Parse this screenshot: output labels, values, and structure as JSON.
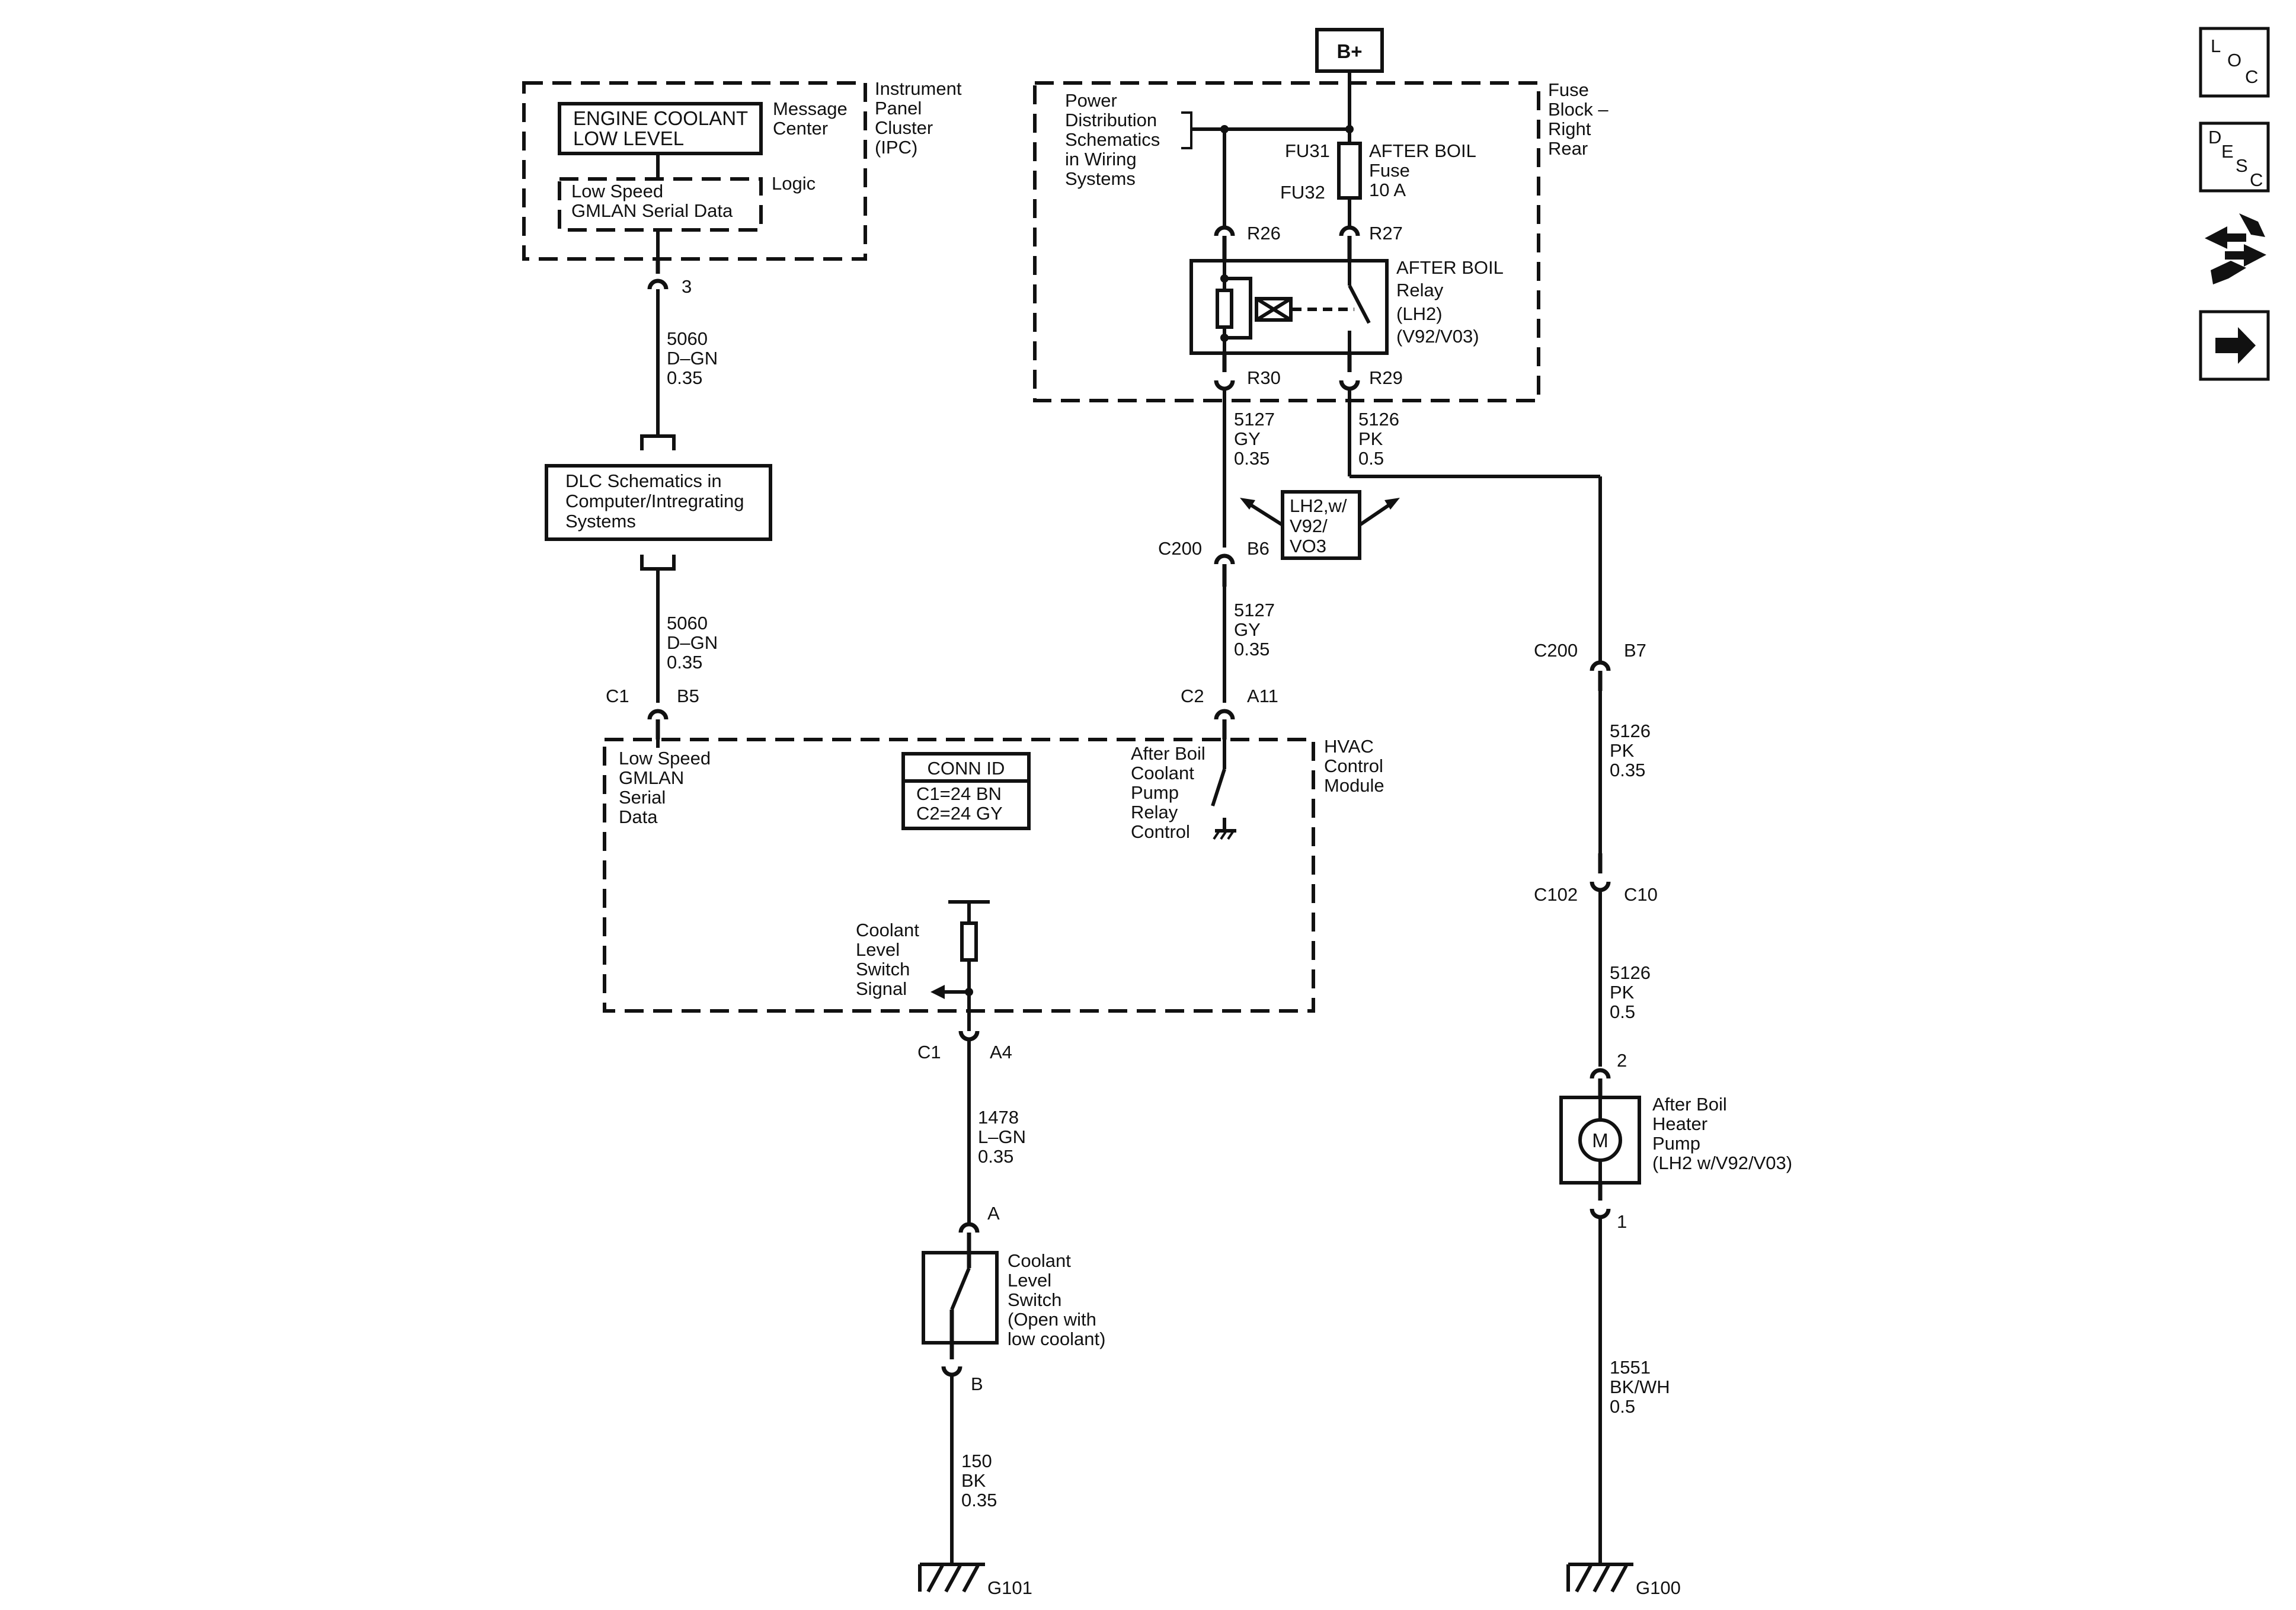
{
  "supply": {
    "label": "B+"
  },
  "ipc": {
    "title": [
      "Instrument",
      "Panel",
      "Cluster",
      "(IPC)"
    ],
    "message": [
      "ENGINE COOLANT",
      "LOW LEVEL"
    ],
    "message_label": [
      "Message",
      "Center"
    ],
    "logic": [
      "Low Speed",
      "GMLAN Serial Data"
    ],
    "logic_label": "Logic",
    "pin": "3"
  },
  "fuse_block": {
    "title": [
      "Fuse",
      "Block –",
      "Right",
      "Rear"
    ],
    "power_note": [
      "Power",
      "Distribution",
      "Schematics",
      "in Wiring",
      "Systems"
    ],
    "fuse_ids": [
      "FU31",
      "FU32"
    ],
    "fuse_label": [
      "AFTER BOIL",
      "Fuse",
      "10 A"
    ],
    "relay_label": [
      "AFTER BOIL",
      "Relay",
      "(LH2)",
      "(V92/V03)"
    ],
    "pins": {
      "r26": "R26",
      "r27": "R27",
      "r30": "R30",
      "r29": "R29"
    }
  },
  "wires": {
    "w5060_top": [
      "5060",
      "D–GN",
      "0.35"
    ],
    "w5060_bot": [
      "5060",
      "D–GN",
      "0.35"
    ],
    "w5127_top": [
      "5127",
      "GY",
      "0.35"
    ],
    "w5127_bot": [
      "5127",
      "GY",
      "0.35"
    ],
    "w5126_top": [
      "5126",
      "PK",
      "0.5"
    ],
    "w5126_mid": [
      "5126",
      "PK",
      "0.35"
    ],
    "w5126_low": [
      "5126",
      "PK",
      "0.5"
    ],
    "w1478": [
      "1478",
      "L–GN",
      "0.35"
    ],
    "w150": [
      "150",
      "BK",
      "0.35"
    ],
    "w1551": [
      "1551",
      "BK/WH",
      "0.5"
    ]
  },
  "dlc": {
    "text": [
      "DLC Schematics in",
      "Computer/Intregrating",
      "Systems"
    ]
  },
  "option_box": {
    "text": [
      "LH2,w/",
      "V92/",
      "VO3"
    ]
  },
  "connectors": {
    "c200_b6": [
      "C200",
      "B6"
    ],
    "c2_a11": [
      "C2",
      "A11"
    ],
    "c1_b5": [
      "C1",
      "B5"
    ],
    "c200_b7": [
      "C200",
      "B7"
    ],
    "c102_c10": [
      "C102",
      "C10"
    ],
    "c1_a4": [
      "C1",
      "A4"
    ],
    "switch_a": "A",
    "switch_b": "B",
    "pump_2": "2",
    "pump_1": "1"
  },
  "hvac": {
    "title": [
      "HVAC",
      "Control",
      "Module"
    ],
    "serial": [
      "Low Speed",
      "GMLAN",
      "Serial",
      "Data"
    ],
    "conn_id_title": "CONN ID",
    "conn_id": [
      "C1=24 BN",
      "C2=24 GY"
    ],
    "relay_ctrl": [
      "After Boil",
      "Coolant",
      "Pump",
      "Relay",
      "Control"
    ],
    "switch_signal": [
      "Coolant",
      "Level",
      "Switch",
      "Signal"
    ]
  },
  "coolant_switch": {
    "text": [
      "Coolant",
      "Level",
      "Switch",
      "(Open with",
      "low coolant)"
    ]
  },
  "pump": {
    "symbol": "M",
    "text": [
      "After Boil",
      "Heater",
      "Pump",
      "(LH2 w/V92/V03)"
    ]
  },
  "grounds": {
    "left": "G101",
    "right": "G100"
  },
  "nav": {
    "loc": [
      "L",
      "O",
      "C"
    ],
    "desc": [
      "D",
      "E",
      "S",
      "C"
    ],
    "arrow": "➔"
  }
}
